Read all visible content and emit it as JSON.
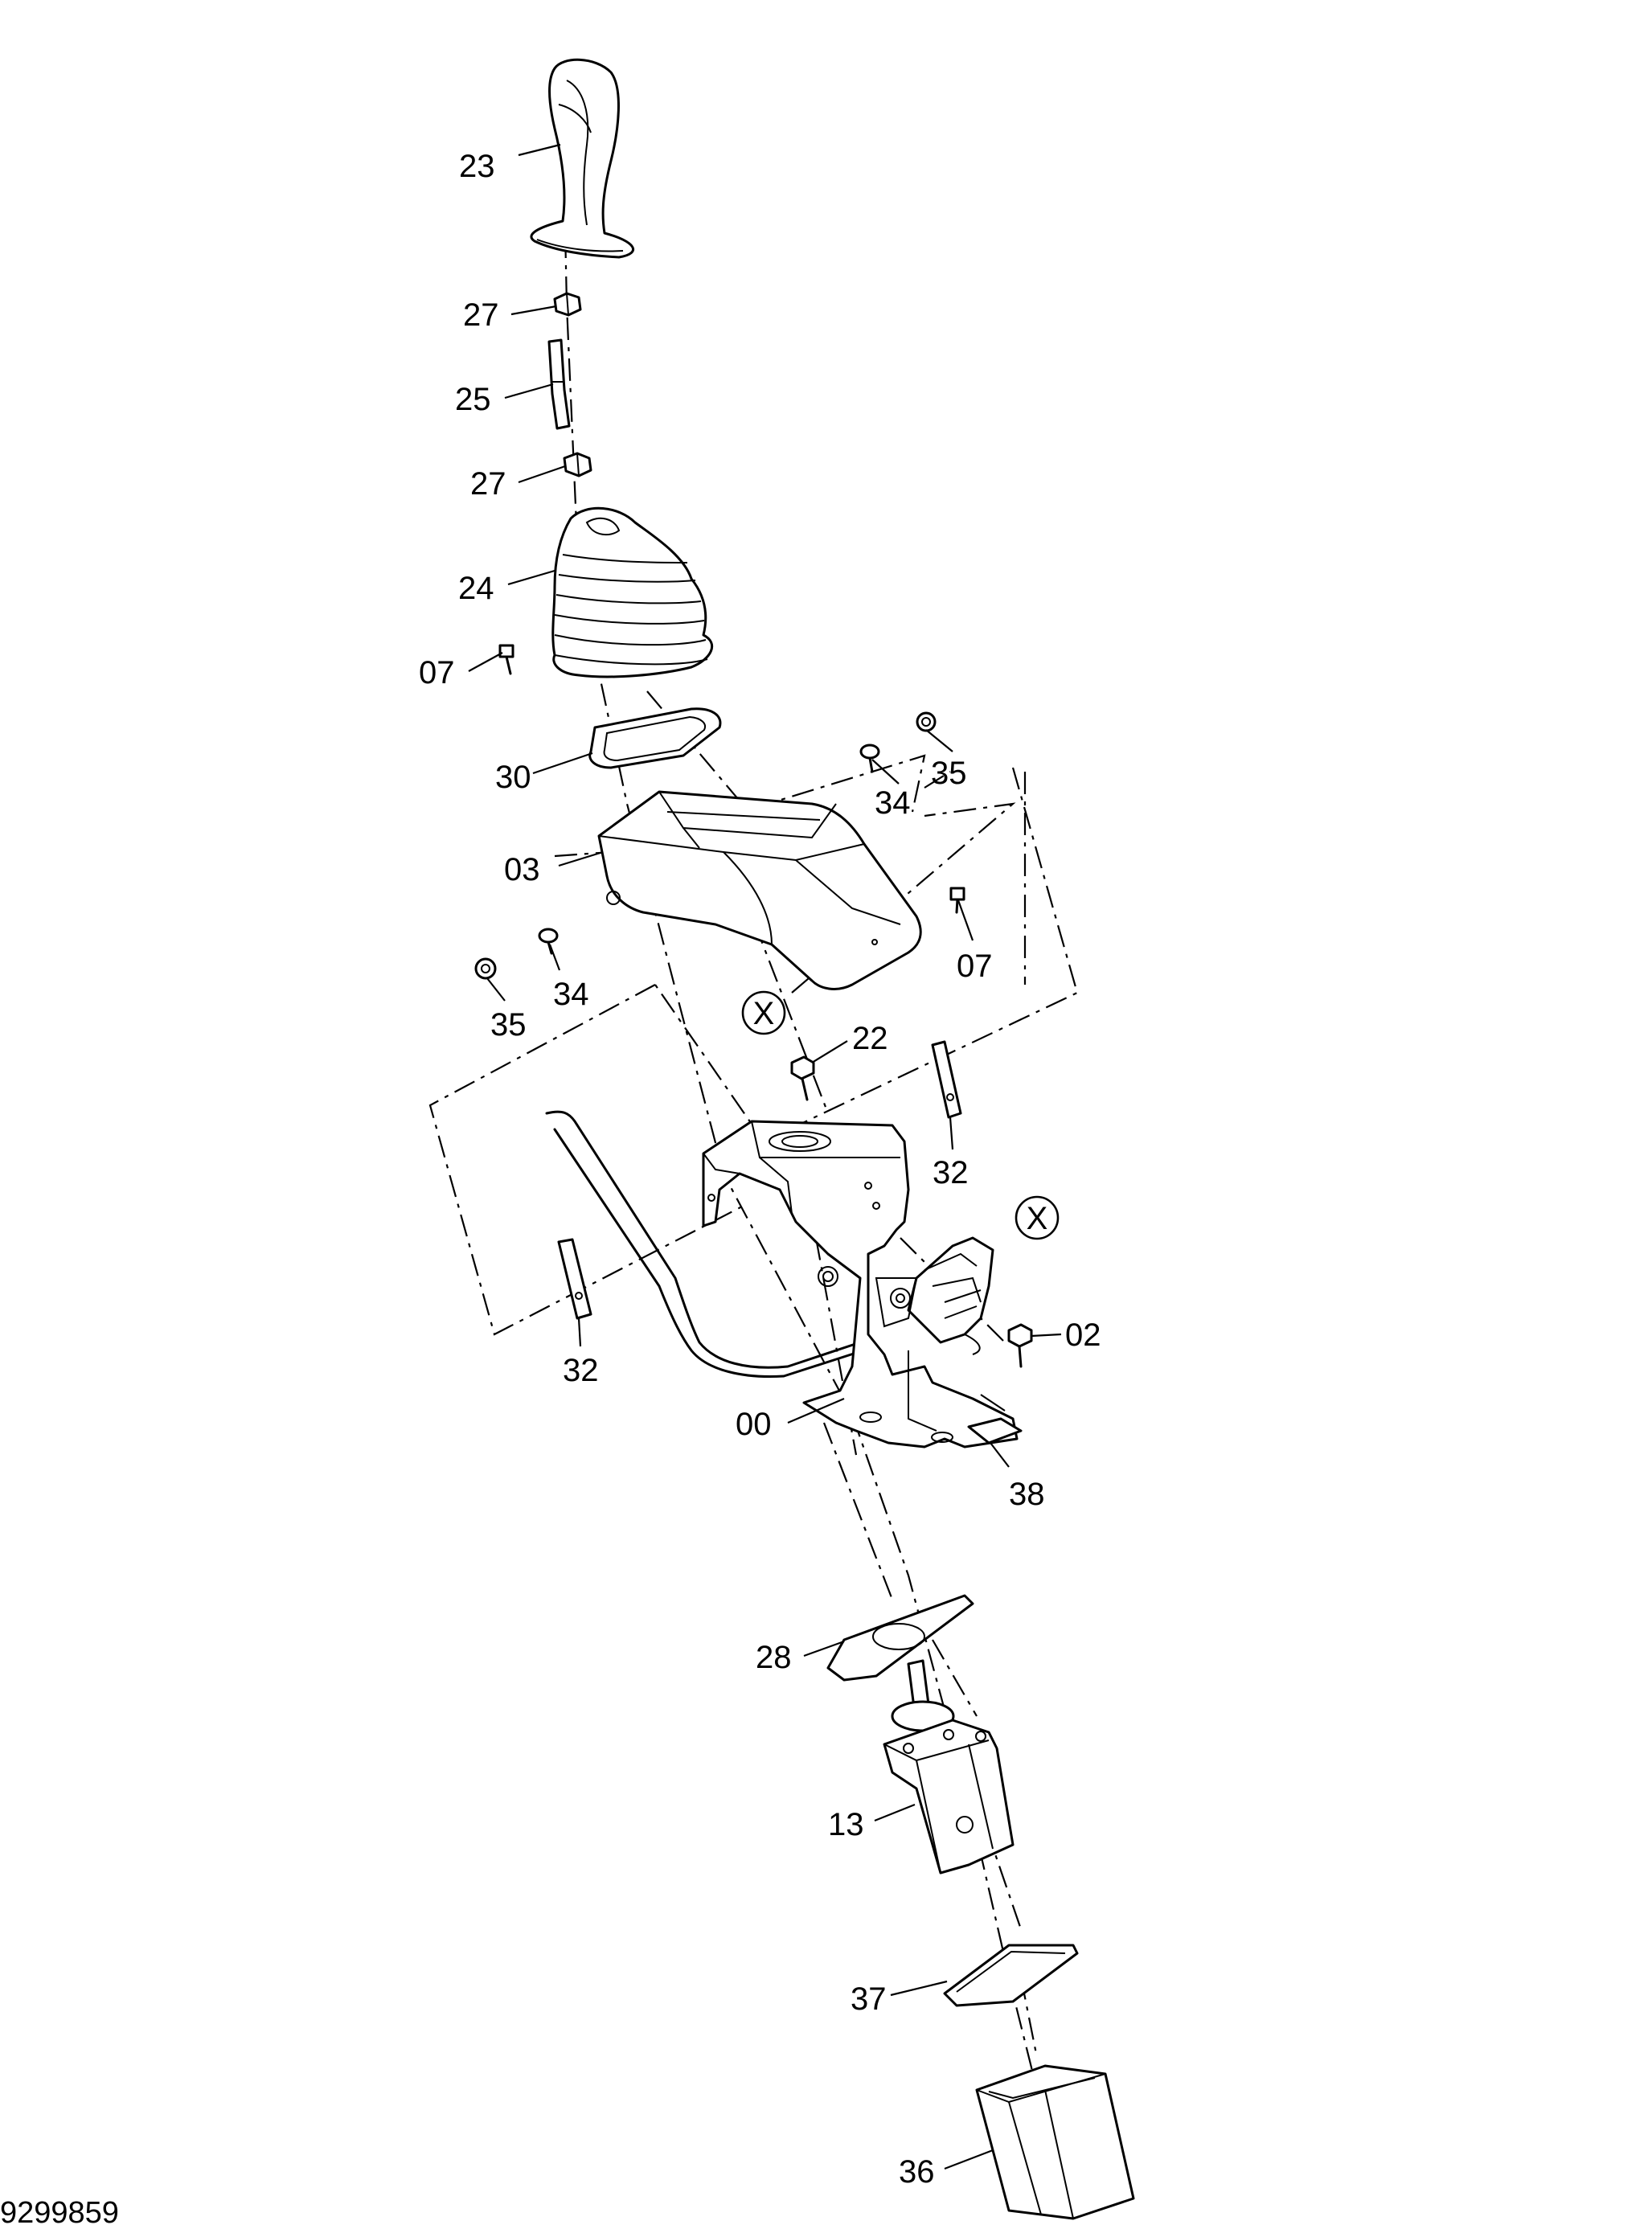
{
  "drawing": {
    "drawing_number": "9299859",
    "reference_mark": "X"
  },
  "callouts": [
    {
      "id": "c23a",
      "label": "23"
    },
    {
      "id": "c27a",
      "label": "27"
    },
    {
      "id": "c25",
      "label": "25"
    },
    {
      "id": "c27b",
      "label": "27"
    },
    {
      "id": "c24",
      "label": "24"
    },
    {
      "id": "c07a",
      "label": "07"
    },
    {
      "id": "c30",
      "label": "30"
    },
    {
      "id": "c34a",
      "label": "34"
    },
    {
      "id": "c35a",
      "label": "35"
    },
    {
      "id": "c03",
      "label": "03"
    },
    {
      "id": "c07b",
      "label": "07"
    },
    {
      "id": "c34b",
      "label": "34"
    },
    {
      "id": "c35b",
      "label": "35"
    },
    {
      "id": "c22",
      "label": "22"
    },
    {
      "id": "c32a",
      "label": "32"
    },
    {
      "id": "c32b",
      "label": "32"
    },
    {
      "id": "c02",
      "label": "02"
    },
    {
      "id": "c00",
      "label": "00"
    },
    {
      "id": "c38",
      "label": "38"
    },
    {
      "id": "c28",
      "label": "28"
    },
    {
      "id": "c13",
      "label": "13"
    },
    {
      "id": "c37",
      "label": "37"
    },
    {
      "id": "c36",
      "label": "36"
    }
  ]
}
